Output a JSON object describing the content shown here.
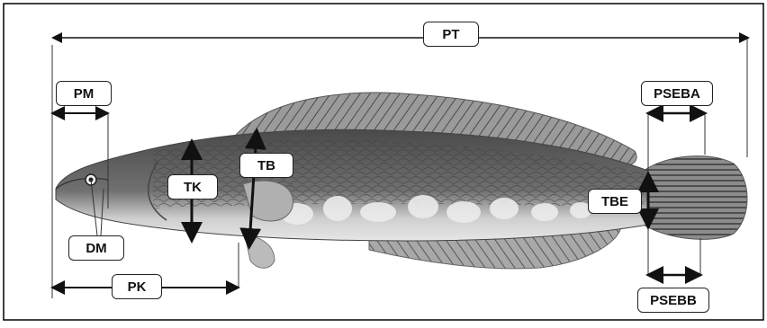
{
  "labels": {
    "pt": "PT",
    "pm": "PM",
    "dm": "DM",
    "pk": "PK",
    "tk": "TK",
    "tb": "TB",
    "tbe": "TBE",
    "pseba": "PSEBA",
    "psebb": "PSEBB"
  },
  "colors": {
    "fish_body": "#6b6b6b",
    "fish_belly": "#d9d9d9",
    "fin": "#8a8a8a",
    "arrow": "#111111",
    "frame": "#000000"
  }
}
